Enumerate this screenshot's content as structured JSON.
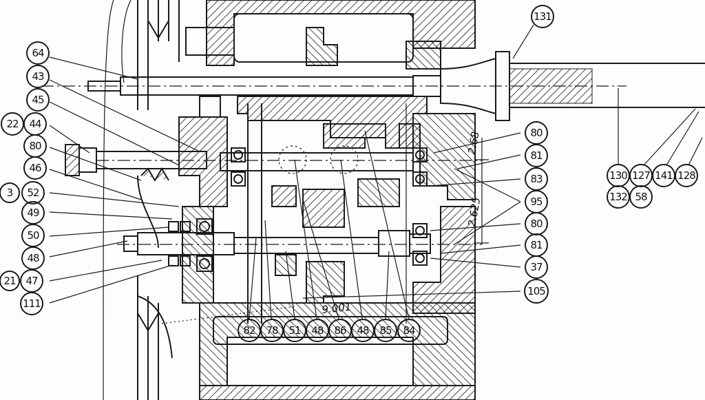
{
  "callouts": {
    "c131": "131",
    "c64": "64",
    "c43": "43",
    "c45": "45",
    "c22": "22",
    "c44": "44",
    "c80a": "80",
    "c46": "46",
    "c3": "3",
    "c52": "52",
    "c49": "49",
    "c50": "50",
    "c48a": "48",
    "c21": "21",
    "c47": "47",
    "c111": "111",
    "c80b": "80",
    "c81a": "81",
    "c83": "83",
    "c95": "95",
    "c80c": "80",
    "c81b": "81",
    "c37": "37",
    "c105": "105",
    "c130": "130",
    "c127": "127",
    "c141": "141",
    "c128": "128",
    "c132": "132",
    "c58": "58",
    "c82": "82",
    "c78": "78",
    "c51": "51",
    "c48b": "48",
    "c86": "86",
    "c48c": "48",
    "c85": "85",
    "c84": "84"
  },
  "dimensions": {
    "d1": "9.001",
    "d2": "2.625",
    "d3": "2.68"
  },
  "colors": {
    "ink": "#1a1a1a",
    "paper": "#fdfdfb"
  }
}
